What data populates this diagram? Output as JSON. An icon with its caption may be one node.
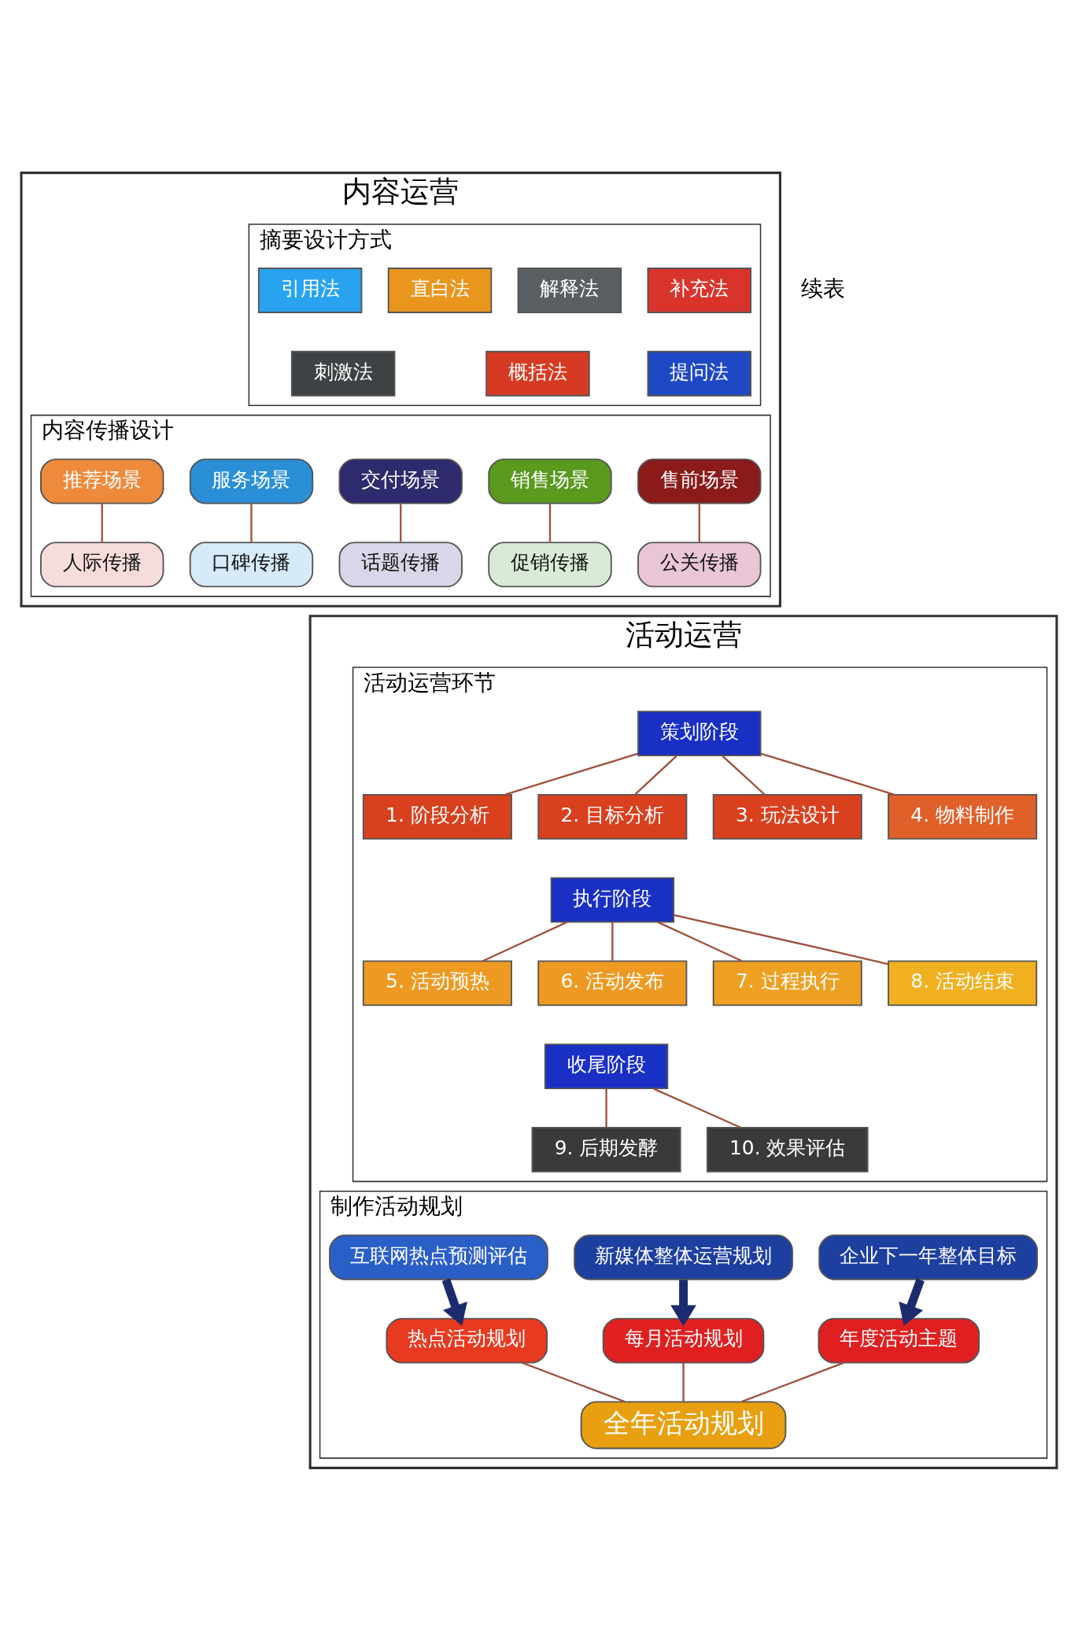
{
  "diagram": {
    "nodes": [
      {
        "text": [
          "内容运营"
        ]
      },
      {
        "text": [
          "摘要设计方式"
        ],
        "in": 0
      },
      {
        "text": [
          "补充法"
        ],
        "in": 1
      },
      {
        "text": [
          "解释法"
        ],
        "in": 1
      },
      {
        "text": [
          "直白法"
        ],
        "in": 1
      },
      {
        "text": [
          "引用法"
        ],
        "in": 1
      },
      {
        "text": [
          "提问法"
        ],
        "in": 1
      },
      {
        "text": [
          "概括法"
        ],
        "in": 1
      },
      {
        "text": [
          "刺激法"
        ],
        "in": 1
      },
      {
        "text": [
          "内容传播设计"
        ],
        "in": 0
      },
      {
        "text": [
          "售前场景"
        ],
        "in": 9
      },
      {
        "text": [
          "公关传播"
        ],
        "in": 9
      },
      {
        "text": [
          "销售场景"
        ],
        "in": 9
      },
      {
        "text": [
          "促销传播"
        ],
        "in": 9
      },
      {
        "text": [
          "交付场景"
        ],
        "in": 9
      },
      {
        "text": [
          "话题传播"
        ],
        "in": 9
      },
      {
        "text": [
          "服务场景"
        ],
        "in": 9
      },
      {
        "text": [
          "口碑传播"
        ],
        "in": 9
      },
      {
        "text": [
          "推荐场景"
        ],
        "in": 9
      },
      {
        "text": [
          "人际传播"
        ],
        "in": 9
      },
      {
        "text": [
          "活动运营"
        ]
      },
      {
        "text": [
          "活动运营环节"
        ],
        "in": 20
      },
      {
        "text": [
          "策划阶段"
        ],
        "in": 21
      },
      {
        "text": [
          "1. 阶段分析"
        ],
        "in": 21
      },
      {
        "text": [
          "2. 目标分析"
        ],
        "in": 21
      },
      {
        "text": [
          "3. 玩法设计"
        ],
        "in": 21
      },
      {
        "text": [
          "4. 物料制作"
        ],
        "in": 21
      },
      {
        "text": [
          "执行阶段"
        ],
        "in": 21
      },
      {
        "text": [
          "5. 活动预热"
        ],
        "in": 21
      },
      {
        "text": [
          "6. 活动发布"
        ],
        "in": 21
      },
      {
        "text": [
          "7. 过程执行"
        ],
        "in": 21
      },
      {
        "text": [
          "8. 活动结束"
        ],
        "in": 21
      },
      {
        "text": [
          "收尾阶段"
        ],
        "in": 21
      },
      {
        "text": [
          "9. 后期发酵"
        ],
        "in": 21
      },
      {
        "text": [
          "10. 效果评估"
        ],
        "in": 21
      },
      {
        "text": [
          "制作活动规划"
        ],
        "in": 20
      },
      {
        "text": [
          "企业下一年整体目标"
        ],
        "in": 35
      },
      {
        "text": [
          "年度活动主题"
        ],
        "in": 35
      },
      {
        "text": [
          "新媒体整体运营规划"
        ],
        "in": 35
      },
      {
        "text": [
          "每月活动规划"
        ],
        "in": 35
      },
      {
        "text": [
          "互联网热点预测评估"
        ],
        "in": 35
      },
      {
        "text": [
          "热点活动规划"
        ],
        "in": 35
      },
      {
        "text": [
          "全年活动规划"
        ],
        "in": 35
      }
    ],
    "edges": [
      {
        "from": 10,
        "to": 11,
        "arrow": "none"
      },
      {
        "from": 12,
        "to": 13,
        "arrow": "none"
      },
      {
        "from": 14,
        "to": 15,
        "arrow": "none"
      },
      {
        "from": 16,
        "to": 17,
        "arrow": "none"
      },
      {
        "from": 18,
        "to": 19,
        "arrow": "none"
      },
      {
        "from": 22,
        "to": 23,
        "arrow": "none"
      },
      {
        "from": 22,
        "to": 24,
        "arrow": "none"
      },
      {
        "from": 22,
        "to": 25,
        "arrow": "none"
      },
      {
        "from": 22,
        "to": 26,
        "arrow": "none"
      },
      {
        "from": 27,
        "to": 28,
        "arrow": "none"
      },
      {
        "from": 27,
        "to": 29,
        "arrow": "none"
      },
      {
        "from": 27,
        "to": 30,
        "arrow": "none"
      },
      {
        "from": 27,
        "to": 31,
        "arrow": "none"
      },
      {
        "from": 32,
        "to": 33,
        "arrow": "none"
      },
      {
        "from": 32,
        "to": 34,
        "arrow": "none"
      },
      {
        "from": 36,
        "to": 37,
        "arrow": "to",
        "style": "thick",
        "color": "#1c2a6e"
      },
      {
        "from": 38,
        "to": 39,
        "arrow": "to",
        "style": "thick",
        "color": "#1c2a6e"
      },
      {
        "from": 40,
        "to": 41,
        "arrow": "to",
        "style": "thick",
        "color": "#1c2a6e"
      },
      {
        "from": 37,
        "to": 42,
        "arrow": "none"
      },
      {
        "from": 39,
        "to": 42,
        "arrow": "none"
      },
      {
        "from": 41,
        "to": 42,
        "arrow": "none"
      }
    ],
    "labels": [
      "续表"
    ]
  }
}
